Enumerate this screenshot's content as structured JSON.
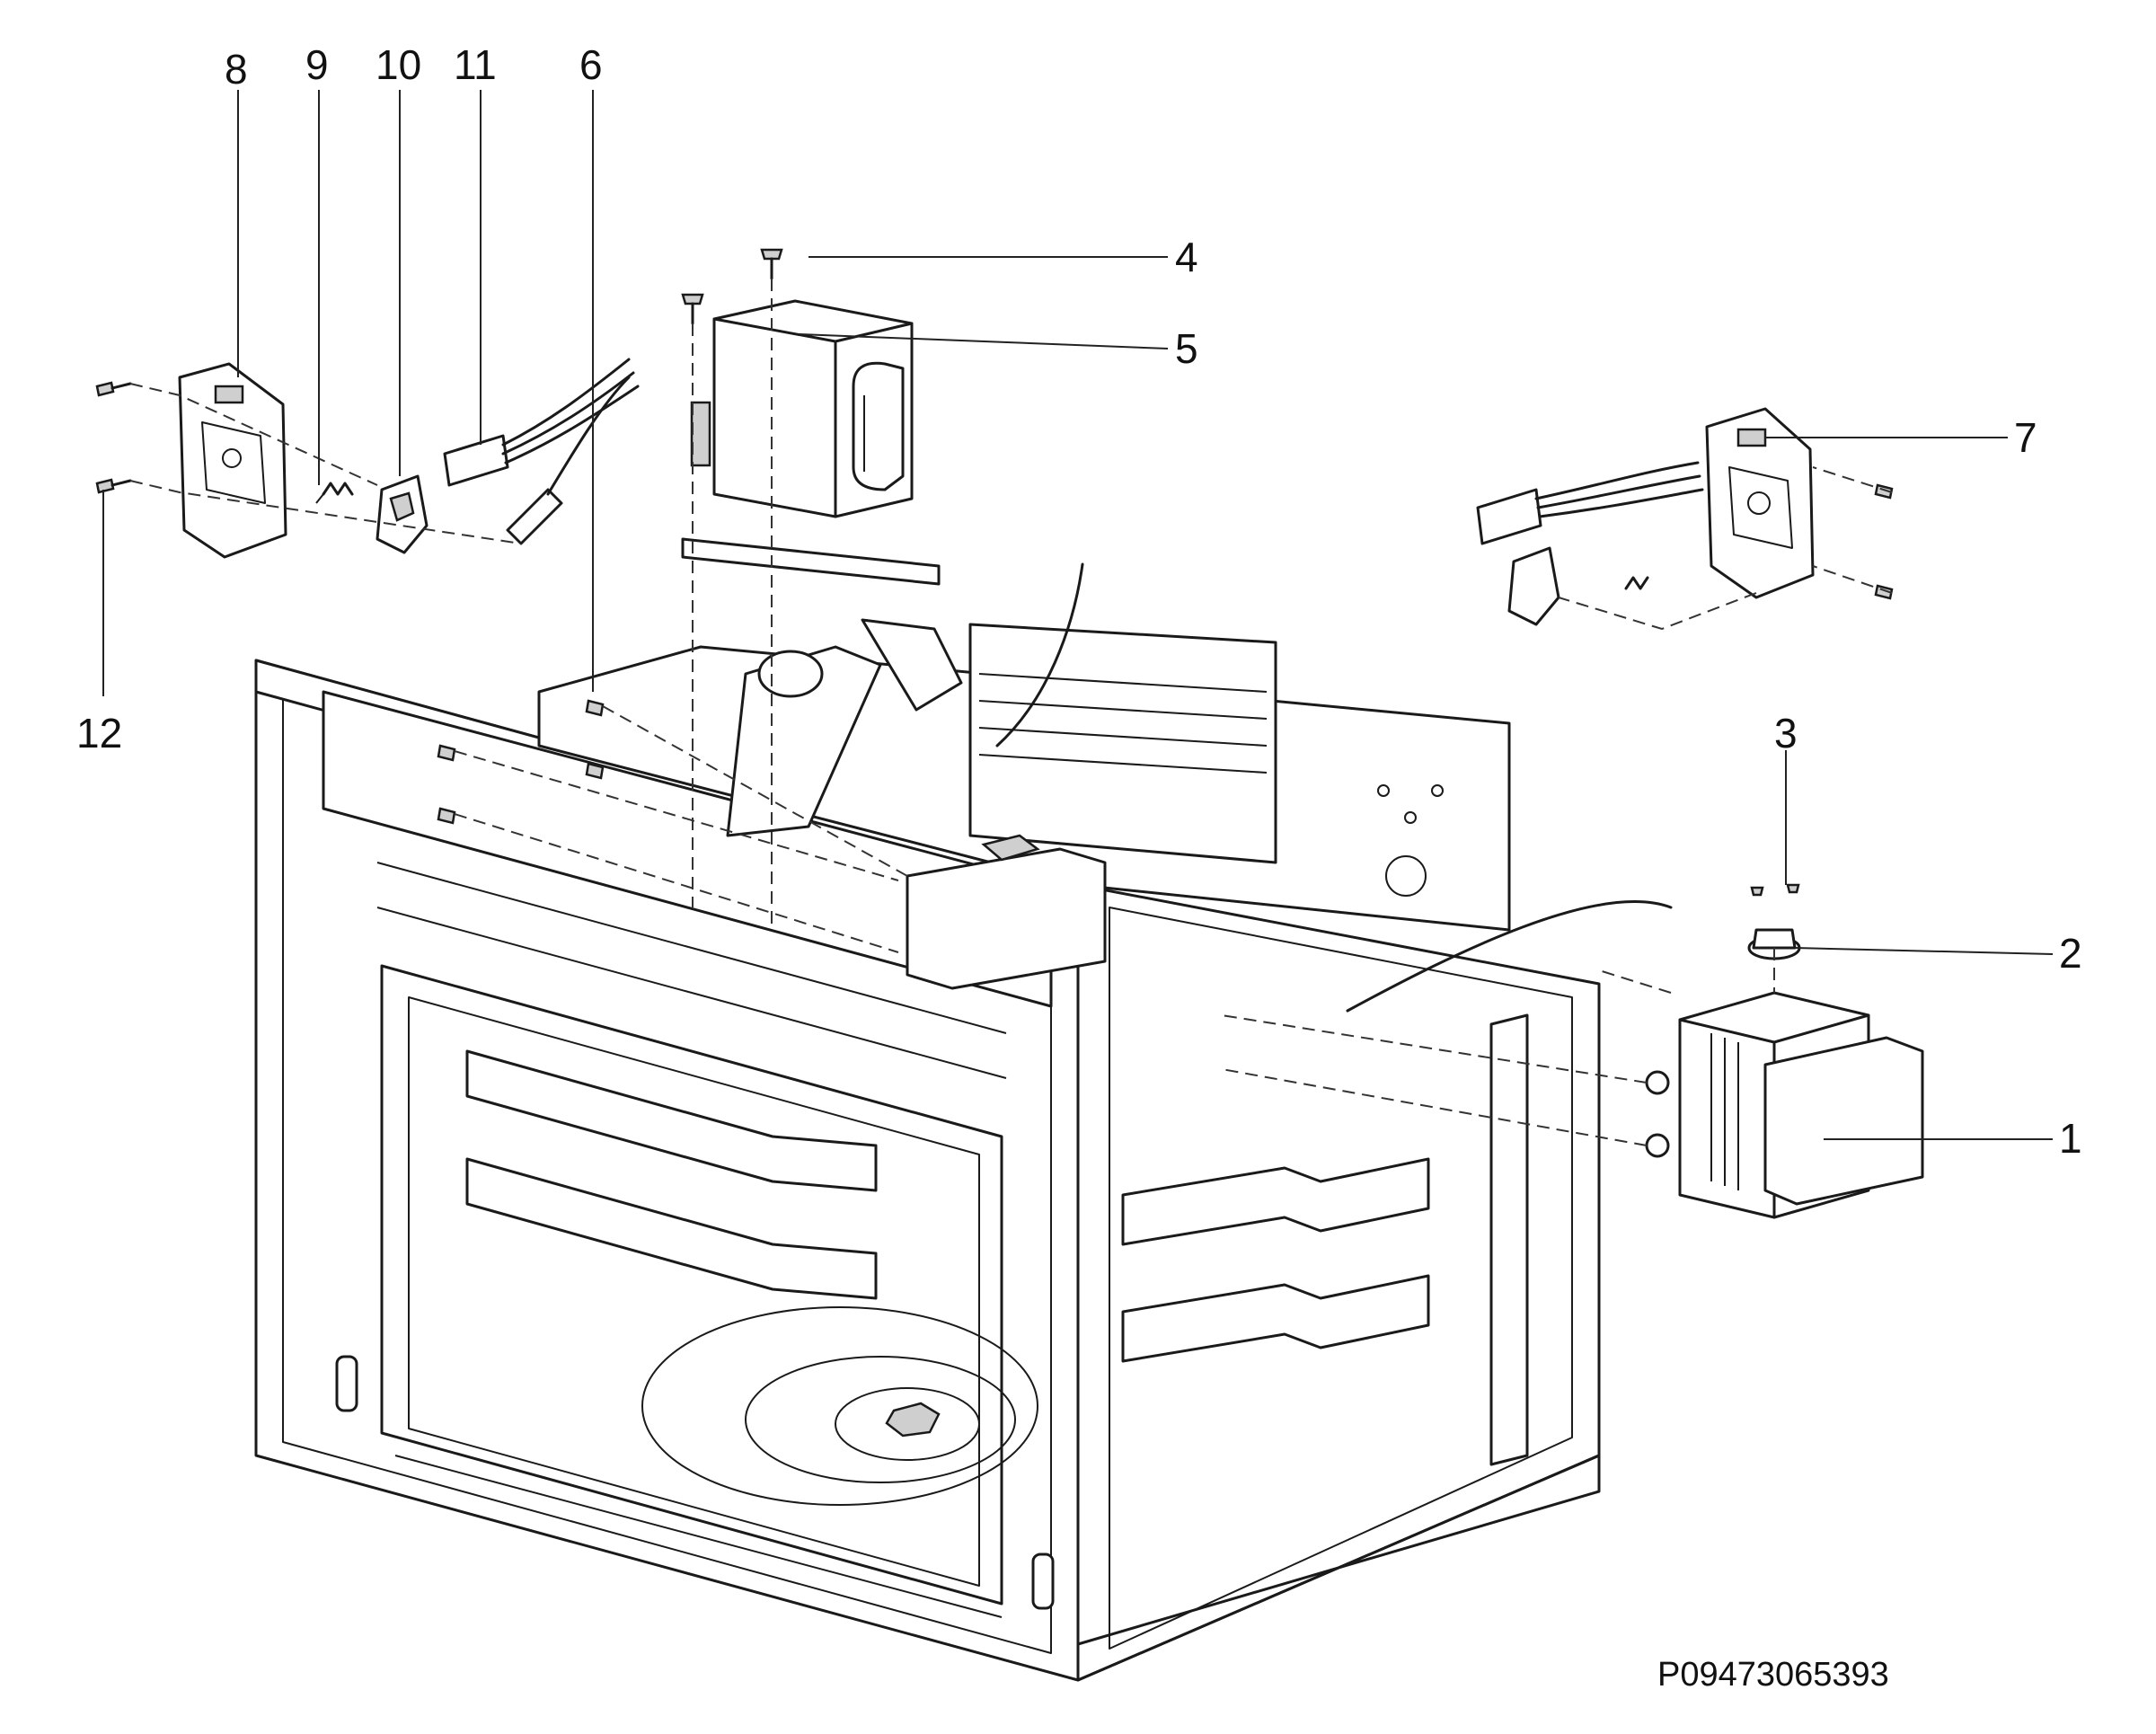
{
  "diagram": {
    "callouts": [
      {
        "id": "1",
        "label": "1"
      },
      {
        "id": "2",
        "label": "2"
      },
      {
        "id": "3",
        "label": "3"
      },
      {
        "id": "4",
        "label": "4"
      },
      {
        "id": "5",
        "label": "5"
      },
      {
        "id": "6",
        "label": "6"
      },
      {
        "id": "7",
        "label": "7"
      },
      {
        "id": "8",
        "label": "8"
      },
      {
        "id": "9",
        "label": "9"
      },
      {
        "id": "10",
        "label": "10"
      },
      {
        "id": "11",
        "label": "11"
      },
      {
        "id": "12",
        "label": "12"
      }
    ],
    "drawing_code": "P09473065393",
    "colors": {
      "line": "#1a1a1a",
      "background": "#ffffff",
      "shade": "#cfcfcf"
    }
  }
}
